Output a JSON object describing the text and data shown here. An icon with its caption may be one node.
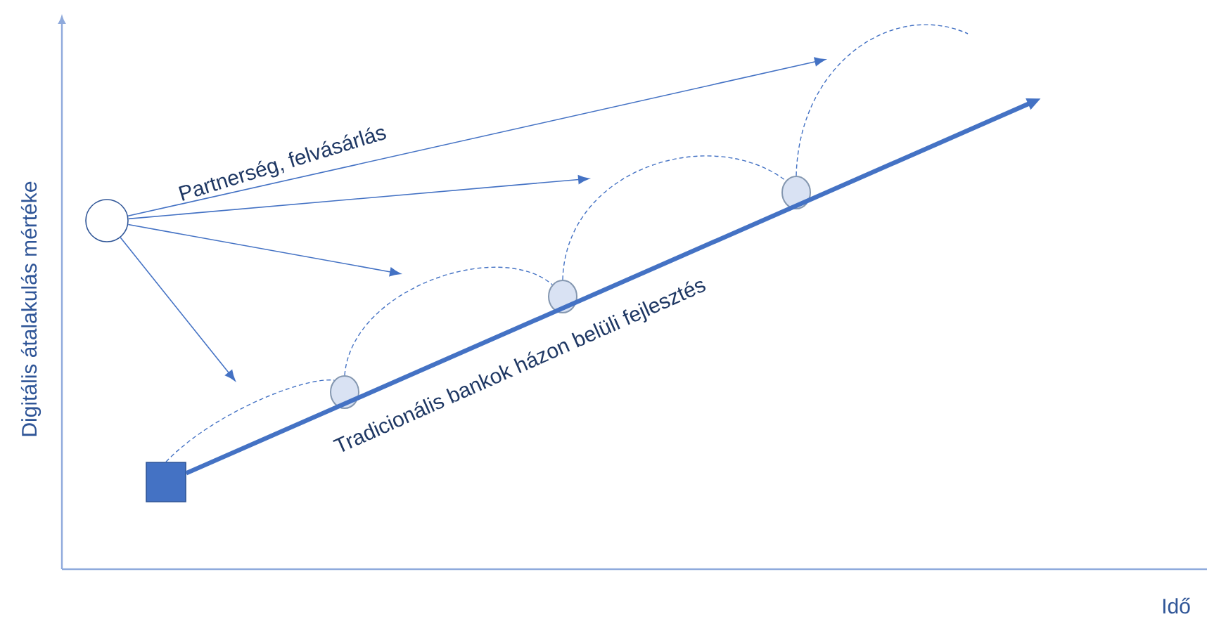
{
  "diagram": {
    "nodes": [
      {
        "text": [],
        "shape": "circle",
        "beside": [
          "Partnerség, felvásárlás"
        ]
      },
      {
        "text": [],
        "shape": "box"
      },
      {
        "text": [],
        "shape": "circle"
      },
      {
        "text": [],
        "shape": "circle"
      },
      {
        "text": [],
        "shape": "circle"
      }
    ],
    "edges": [
      {
        "from": 0,
        "to": null,
        "arrow": "to"
      },
      {
        "from": 0,
        "to": null,
        "arrow": "to"
      },
      {
        "from": 0,
        "to": null,
        "arrow": "to"
      },
      {
        "from": 0,
        "to": null,
        "arrow": "to"
      },
      {
        "from": 1,
        "to": null,
        "arrow": "to",
        "style": "thick",
        "label": "Tradicionális bankok házon belüli fejlesztés"
      },
      {
        "from": 1,
        "to": 2,
        "arrow": "none",
        "style": "dashed"
      },
      {
        "from": 2,
        "to": 3,
        "arrow": "none",
        "style": "dashed"
      },
      {
        "from": 3,
        "to": 4,
        "arrow": "none",
        "style": "dashed"
      },
      {
        "from": 4,
        "to": null,
        "arrow": "none",
        "style": "dashed"
      }
    ],
    "labels": [
      "Digitális átalakulás mértéke",
      "Idő"
    ]
  }
}
